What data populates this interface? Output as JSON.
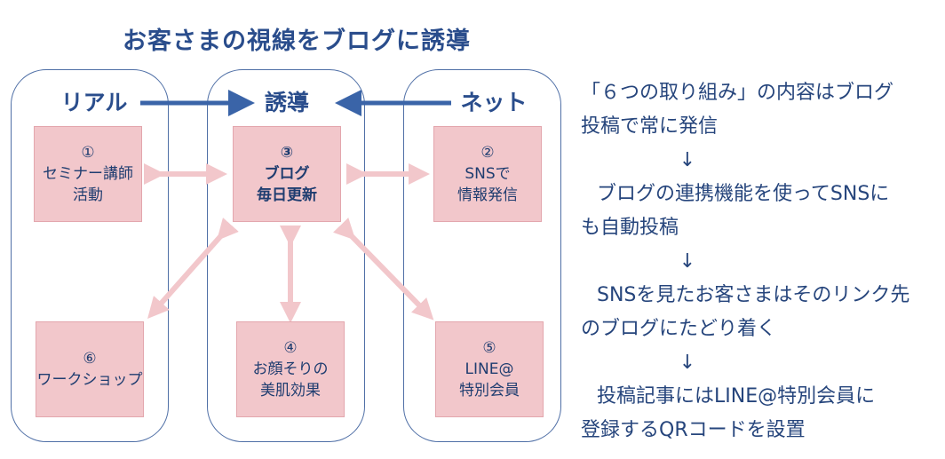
{
  "title": "お客さまの視線をブログに誘導",
  "columns": {
    "left": "リアル",
    "center": "誘導",
    "right": "ネット"
  },
  "boxes": {
    "b1": {
      "num": "①",
      "lines": [
        "セミナー講師",
        "活動"
      ]
    },
    "b2": {
      "num": "②",
      "lines": [
        "SNSで",
        "情報発信"
      ]
    },
    "b3": {
      "num": "③",
      "lines": [
        "ブログ",
        "毎日更新"
      ]
    },
    "b4": {
      "num": "④",
      "lines": [
        "お顔そりの",
        "美肌効果"
      ]
    },
    "b5": {
      "num": "⑤",
      "lines": [
        "LINE@",
        "特別会員"
      ]
    },
    "b6": {
      "num": "⑥",
      "lines": [
        "ワークショップ"
      ]
    }
  },
  "steps": [
    {
      "lines": [
        "「６つの取り組み」の内容はブログ",
        "投稿で常に発信"
      ]
    },
    {
      "arrow": "↓"
    },
    {
      "lines": [
        "ブログの連携機能を使ってSNSに",
        "も自動投稿"
      ]
    },
    {
      "arrow": "↓"
    },
    {
      "lines": [
        "SNSを見たお客さまはそのリンク先",
        "のブログにたどり着く"
      ]
    },
    {
      "arrow": "↓"
    },
    {
      "lines": [
        "投稿記事にはLINE@特別会員に",
        "登録するQRコードを設置"
      ]
    }
  ],
  "colors": {
    "heading": "#2a4d8c",
    "box_fill": "#f2c7cb",
    "pink_arrow": "#f2c7cb",
    "blue_arrow": "#3a64a8"
  }
}
